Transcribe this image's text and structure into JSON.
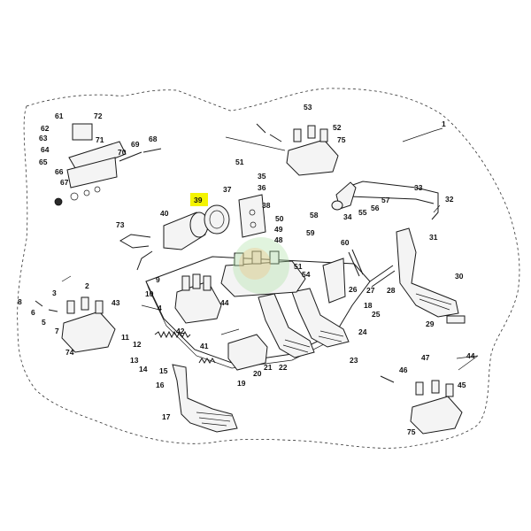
{
  "highlight_color": "#f4f400",
  "callouts": [
    {
      "id": "1",
      "label": "1"
    },
    {
      "id": "2",
      "label": "2"
    },
    {
      "id": "3",
      "label": "3"
    },
    {
      "id": "4",
      "label": "4"
    },
    {
      "id": "5",
      "label": "5"
    },
    {
      "id": "6",
      "label": "6"
    },
    {
      "id": "7",
      "label": "7"
    },
    {
      "id": "8",
      "label": "8"
    },
    {
      "id": "9",
      "label": "9"
    },
    {
      "id": "10",
      "label": "10"
    },
    {
      "id": "11",
      "label": "11"
    },
    {
      "id": "12",
      "label": "12"
    },
    {
      "id": "13",
      "label": "13"
    },
    {
      "id": "14",
      "label": "14"
    },
    {
      "id": "15",
      "label": "15"
    },
    {
      "id": "16",
      "label": "16"
    },
    {
      "id": "17",
      "label": "17"
    },
    {
      "id": "18",
      "label": "18"
    },
    {
      "id": "19",
      "label": "19"
    },
    {
      "id": "20",
      "label": "20"
    },
    {
      "id": "21",
      "label": "21"
    },
    {
      "id": "22",
      "label": "22"
    },
    {
      "id": "23",
      "label": "23"
    },
    {
      "id": "24",
      "label": "24"
    },
    {
      "id": "25",
      "label": "25"
    },
    {
      "id": "26",
      "label": "26"
    },
    {
      "id": "27",
      "label": "27"
    },
    {
      "id": "28",
      "label": "28"
    },
    {
      "id": "29",
      "label": "29"
    },
    {
      "id": "30",
      "label": "30"
    },
    {
      "id": "31",
      "label": "31"
    },
    {
      "id": "32",
      "label": "32"
    },
    {
      "id": "33",
      "label": "33"
    },
    {
      "id": "34",
      "label": "34"
    },
    {
      "id": "35",
      "label": "35"
    },
    {
      "id": "36",
      "label": "36"
    },
    {
      "id": "37",
      "label": "37"
    },
    {
      "id": "38",
      "label": "38"
    },
    {
      "id": "39",
      "label": "39",
      "highlighted": true
    },
    {
      "id": "40",
      "label": "40"
    },
    {
      "id": "41",
      "label": "41"
    },
    {
      "id": "42",
      "label": "42"
    },
    {
      "id": "43",
      "label": "43"
    },
    {
      "id": "44",
      "label": "44"
    },
    {
      "id": "44b",
      "label": "44"
    },
    {
      "id": "45",
      "label": "45"
    },
    {
      "id": "46",
      "label": "46"
    },
    {
      "id": "47",
      "label": "47"
    },
    {
      "id": "48",
      "label": "48"
    },
    {
      "id": "49",
      "label": "49"
    },
    {
      "id": "50",
      "label": "50"
    },
    {
      "id": "51",
      "label": "51"
    },
    {
      "id": "51b",
      "label": "51"
    },
    {
      "id": "52",
      "label": "52"
    },
    {
      "id": "53",
      "label": "53"
    },
    {
      "id": "54",
      "label": "54"
    },
    {
      "id": "55",
      "label": "55"
    },
    {
      "id": "56",
      "label": "56"
    },
    {
      "id": "57",
      "label": "57"
    },
    {
      "id": "58",
      "label": "58"
    },
    {
      "id": "59",
      "label": "59"
    },
    {
      "id": "60",
      "label": "60"
    },
    {
      "id": "61",
      "label": "61"
    },
    {
      "id": "62",
      "label": "62"
    },
    {
      "id": "63",
      "label": "63"
    },
    {
      "id": "64",
      "label": "64"
    },
    {
      "id": "65",
      "label": "65"
    },
    {
      "id": "66",
      "label": "66"
    },
    {
      "id": "67",
      "label": "67"
    },
    {
      "id": "68",
      "label": "68"
    },
    {
      "id": "69",
      "label": "69"
    },
    {
      "id": "70",
      "label": "70"
    },
    {
      "id": "71",
      "label": "71"
    },
    {
      "id": "72",
      "label": "72"
    },
    {
      "id": "73",
      "label": "73"
    },
    {
      "id": "74",
      "label": "74"
    },
    {
      "id": "75",
      "label": "75"
    },
    {
      "id": "75b",
      "label": "75"
    }
  ]
}
